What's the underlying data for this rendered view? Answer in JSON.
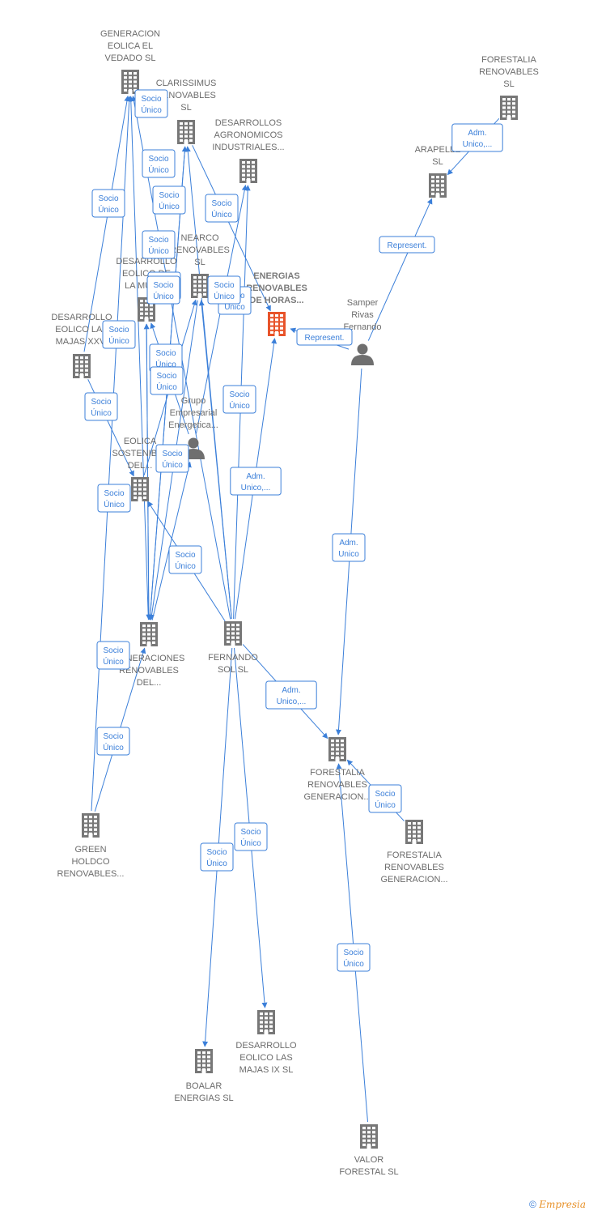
{
  "colors": {
    "edge": "#3b7fd9",
    "company_icon": "#777777",
    "main_icon": "#e8532a",
    "person_icon": "#6f6f6f",
    "label": "#6b6b6b"
  },
  "nodes": [
    {
      "id": "generacion-eolica-vedado",
      "kind": "company",
      "lines": [
        "GENERACION",
        "EOLICA EL",
        "VEDADO SL"
      ]
    },
    {
      "id": "clarissimus",
      "kind": "company",
      "lines": [
        "CLARISSIMUS",
        "RENOVABLES",
        "SL"
      ]
    },
    {
      "id": "desarrollos-agronomicos",
      "kind": "company",
      "lines": [
        "DESARROLLOS",
        "AGRONOMICOS",
        "INDUSTRIALES..."
      ]
    },
    {
      "id": "forestalia-renovables",
      "kind": "company",
      "lines": [
        "FORESTALIA",
        "RENOVABLES",
        "SL"
      ]
    },
    {
      "id": "arapelle",
      "kind": "company",
      "lines": [
        "ARAPELLE",
        "SL"
      ]
    },
    {
      "id": "energias-renovables-horas",
      "kind": "main",
      "lines": [
        "ENERGIAS",
        "RENOVABLES",
        "DE HORAS..."
      ]
    },
    {
      "id": "samper-rivas",
      "kind": "person",
      "lines": [
        "Samper",
        "Rivas",
        "Fernando"
      ]
    },
    {
      "id": "nearco",
      "kind": "company",
      "lines": [
        "NEARCO",
        "RENOVABLES",
        "SL"
      ]
    },
    {
      "id": "desarrollo-eolico-muela",
      "kind": "company",
      "lines": [
        "DESARROLLO",
        "EOLICO DE",
        "LA MUELA"
      ]
    },
    {
      "id": "desarrollo-eolico-majas-xxvi",
      "kind": "company",
      "lines": [
        "DESARROLLO",
        "EOLICO LAS",
        "MAJAS XXVI"
      ]
    },
    {
      "id": "grupo-empresarial",
      "kind": "person",
      "lines": [
        "Grupo",
        "Empresarial",
        "Energetica..."
      ]
    },
    {
      "id": "eolica-sostenible",
      "kind": "company",
      "lines": [
        "EOLICA",
        "SOSTENIBLE",
        "DEL..."
      ]
    },
    {
      "id": "generaciones-renovables",
      "kind": "company",
      "lines": [
        "GENERACIONES",
        "RENOVABLES",
        "DEL..."
      ]
    },
    {
      "id": "fernando-sol",
      "kind": "company",
      "lines": [
        "FERNANDO",
        "SOL SL"
      ]
    },
    {
      "id": "forestalia-generacion-1",
      "kind": "company",
      "lines": [
        "FORESTALIA",
        "RENOVABLES",
        "GENERACION..."
      ]
    },
    {
      "id": "forestalia-generacion-2",
      "kind": "company",
      "lines": [
        "FORESTALIA",
        "RENOVABLES",
        "GENERACION..."
      ]
    },
    {
      "id": "green-holdco",
      "kind": "company",
      "lines": [
        "GREEN",
        "HOLDCO",
        "RENOVABLES..."
      ]
    },
    {
      "id": "desarrollo-eolico-majas-ix",
      "kind": "company",
      "lines": [
        "DESARROLLO",
        "EOLICO LAS",
        "MAJAS IX  SL"
      ]
    },
    {
      "id": "boalar",
      "kind": "company",
      "lines": [
        "BOALAR",
        "ENERGIAS  SL"
      ]
    },
    {
      "id": "valor-forestal",
      "kind": "company",
      "lines": [
        "VALOR",
        "FORESTAL SL"
      ]
    }
  ],
  "edges": [
    {
      "from": "fernando-sol",
      "to": "generacion-eolica-vedado",
      "label": [
        "Socio",
        "Único"
      ]
    },
    {
      "from": "fernando-sol",
      "to": "clarissimus",
      "label": [
        "Socio",
        "Único"
      ]
    },
    {
      "from": "fernando-sol",
      "to": "desarrollos-agronomicos",
      "label": [
        "Socio",
        "Único"
      ]
    },
    {
      "from": "fernando-sol",
      "to": "nearco",
      "label": [
        "Socio",
        "Único"
      ]
    },
    {
      "from": "fernando-sol",
      "to": "energias-renovables-horas",
      "label": [
        "Adm.",
        "Unico,..."
      ]
    },
    {
      "from": "fernando-sol",
      "to": "eolica-sostenible",
      "label": [
        "Socio",
        "Único"
      ]
    },
    {
      "from": "fernando-sol",
      "to": "forestalia-generacion-1",
      "label": [
        "Adm.",
        "Unico,..."
      ]
    },
    {
      "from": "fernando-sol",
      "to": "desarrollo-eolico-majas-ix",
      "label": [
        "Socio",
        "Único"
      ]
    },
    {
      "from": "fernando-sol",
      "to": "boalar",
      "label": [
        "Socio",
        "Único"
      ]
    },
    {
      "from": "generaciones-renovables",
      "to": "generacion-eolica-vedado",
      "label": [
        "Socio",
        "Único"
      ]
    },
    {
      "from": "clarissimus",
      "to": "generaciones-renovables",
      "label": [
        "Socio",
        "Único"
      ]
    },
    {
      "from": "clarissimus",
      "to": "energias-renovables-horas",
      "label": [
        "Socio",
        "Único"
      ]
    },
    {
      "from": "desarrollo-eolico-muela",
      "to": "generaciones-renovables",
      "label": [
        "Socio",
        "Único"
      ]
    },
    {
      "from": "desarrollo-eolico-majas-xxvi",
      "to": "eolica-sostenible",
      "label": [
        "Socio",
        "Único"
      ]
    },
    {
      "from": "desarrollo-eolico-majas-xxvi",
      "to": "generacion-eolica-vedado",
      "label": [
        "Socio",
        "Único"
      ]
    },
    {
      "from": "nearco",
      "to": "generaciones-renovables",
      "label": [
        "Socio",
        "Único"
      ]
    },
    {
      "from": "grupo-empresarial",
      "to": "desarrollos-agronomicos",
      "label": [
        "Socio",
        "Único"
      ]
    },
    {
      "from": "grupo-empresarial",
      "to": "desarrollo-eolico-muela",
      "label": [
        "Socio",
        "Único"
      ]
    },
    {
      "from": "green-holdco",
      "to": "generaciones-renovables",
      "label": [
        "Socio",
        "Único"
      ]
    },
    {
      "from": "green-holdco",
      "to": "generacion-eolica-vedado",
      "label": [
        "Socio",
        "Único"
      ]
    },
    {
      "from": "samper-rivas",
      "to": "energias-renovables-horas",
      "label": [
        "Represent."
      ]
    },
    {
      "from": "samper-rivas",
      "to": "arapelle",
      "label": [
        "Represent."
      ]
    },
    {
      "from": "samper-rivas",
      "to": "forestalia-generacion-1",
      "label": [
        "Adm.",
        "Unico"
      ]
    },
    {
      "from": "forestalia-renovables",
      "to": "arapelle",
      "label": [
        "Adm.",
        "Unico,..."
      ]
    },
    {
      "from": "forestalia-generacion-2",
      "to": "forestalia-generacion-1",
      "label": [
        "Socio",
        "Único"
      ]
    },
    {
      "from": "valor-forestal",
      "to": "forestalia-generacion-1",
      "label": [
        "Socio",
        "Único"
      ]
    },
    {
      "from": "eolica-sostenible",
      "to": "nearco",
      "label": [
        "Socio",
        "Único"
      ]
    },
    {
      "from": "generaciones-renovables",
      "to": "clarissimus",
      "label": [
        "Socio",
        "Único"
      ]
    },
    {
      "from": "generaciones-renovables",
      "to": "desarrollo-eolico-muela",
      "label": [
        "Socio",
        "Único"
      ]
    },
    {
      "from": "generaciones-renovables",
      "to": "grupo-empresarial",
      "label": [
        "Socio",
        "Único"
      ]
    }
  ],
  "footer": {
    "copyright": "©",
    "brand": "Empresia"
  }
}
